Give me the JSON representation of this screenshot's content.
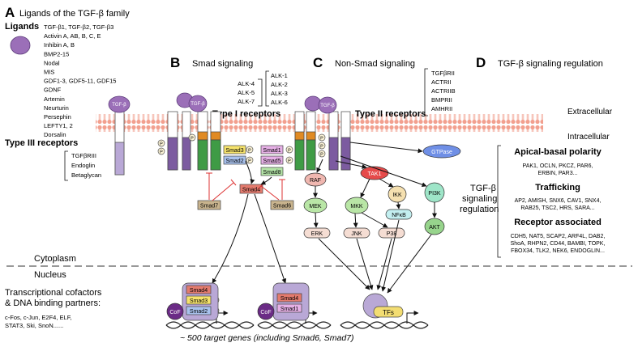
{
  "sectionA": {
    "letter": "A",
    "title": "Ligands of the TGF-β family",
    "ligands_label": "Ligands",
    "ligands": [
      "TGF-β1, TGF-β2, TGF-β3",
      "Activin A, AB, B, C, E",
      "Inhibin A, B",
      "BMP2-15",
      "Nodal",
      "MIS",
      "GDF1-3, GDF5-11, GDF15",
      "GDNF",
      "Artemin",
      "Neurturin",
      "Persephin",
      "LEFTY1, 2",
      "Dorsalin"
    ],
    "type3_label": "Type III receptors",
    "type3_items": [
      "TGFβRIII",
      "Endoglin",
      "Betaglycan"
    ]
  },
  "sectionB": {
    "letter": "B",
    "title": "Smad signaling",
    "alk_left": [
      "ALK-4",
      "ALK-5",
      "ALK-7"
    ],
    "alk_right": [
      "ALK-1",
      "ALK-2",
      "ALK-3",
      "ALK-6"
    ],
    "type1_label": "Type I receptors",
    "smads_left": [
      "Smad3",
      "Smad2"
    ],
    "smads_right": [
      "Smad1",
      "Smad5",
      "Smad8"
    ],
    "smad4": "Smad4",
    "smad7": "Smad7",
    "smad6": "Smad6",
    "tgfb": "TGF-β",
    "p": "P"
  },
  "sectionC": {
    "letter": "C",
    "title": "Non-Smad signaling",
    "type2_items": [
      "TGFβRII",
      "ACTRII",
      "ACTRIIB",
      "BMPRII",
      "AMHRII"
    ],
    "type2_label": "Type II receptors",
    "nodes": {
      "raf": "RAF",
      "mek": "MEK",
      "erk": "ERK",
      "tak1": "TAK1",
      "mkk": "MKK",
      "jnk": "JNK",
      "p38": "P38",
      "ikk": "IKK",
      "nfkb": "NFκB",
      "pi3k": "PI3K",
      "akt": "AKT",
      "gtpase": "GTPase"
    }
  },
  "sectionD": {
    "letter": "D",
    "title": "TGF-β signaling regulation",
    "side_label": [
      "TGF-β",
      "signaling",
      "regulation"
    ],
    "groups": [
      {
        "heading": "Apical-basal polarity",
        "lines": [
          "PAK1, OCLN, PKCZ, PAR6,",
          "ERBIN, PAR3..."
        ]
      },
      {
        "heading": "Trafficking",
        "lines": [
          "AP2, AMISH, SNX6, CAV1, SNX4,",
          "RAB25, TSC2, HRS, SARA..."
        ]
      },
      {
        "heading": "Receptor associated",
        "lines": [
          "CDH5, NAT5, SCAP2, ARF4L, DAB2,",
          "ShoA, RHPN2, CD44, BAMBI, TOPK,",
          "FBOX34, TLK2, NEK6, ENDOGLIN..."
        ]
      }
    ]
  },
  "membrane": {
    "extracellular": "Extracellular",
    "intracellular": "Intracellular"
  },
  "compartments": {
    "cytoplasm": "Cytoplasm",
    "nucleus": "Nucleus"
  },
  "nucleus": {
    "cofactor_title": [
      "Transcriptional cofactors",
      "& DNA binding partners:"
    ],
    "cofactor_list": [
      "c-Fos, c-Jun, E2F4, ELF,",
      "STAT3, Ski, SnoN......"
    ],
    "complex1": [
      "Smad4",
      "Smad3",
      "Smad2"
    ],
    "complex2": [
      "Smad4",
      "Smad1"
    ],
    "cof": "CoF",
    "tfs": "TFs",
    "footer": "~ 500 target genes (including Smad6, Smad7)"
  },
  "colors": {
    "ligand": "#9b6fb8",
    "membrane": "#f6a999",
    "type3": "#b9a8d6",
    "type1": "#3f9b45",
    "gs": "#e08a23",
    "type2": "#7c5ba0",
    "smad23": "#a9c2ee",
    "smad3": "#f6e36c",
    "smad1": "#e6b0e6",
    "smad8": "#b5e5a8",
    "smad4": "#e47b6e",
    "inhib": "#c9b48e",
    "gtpase": "#6f8fe6",
    "raf": "#f0b7b0",
    "green": "#b9e6a6",
    "tak1": "#e64a4a",
    "ikk": "#f5e0b0",
    "nfkb": "#c3eff0",
    "pi3k": "#9ee5c8",
    "akt": "#97d48c",
    "erk": "#f5ddd3",
    "cof": "#6b2b86",
    "tfs": "#f3dd72"
  }
}
